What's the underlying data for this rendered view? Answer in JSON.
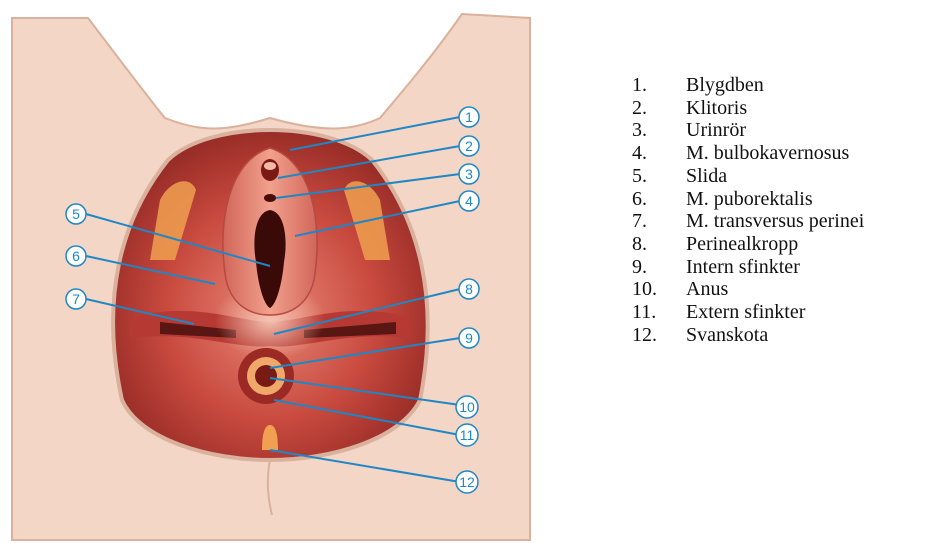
{
  "legend": [
    {
      "number": "1.",
      "label": "Blygdben"
    },
    {
      "number": "2.",
      "label": "Klitoris"
    },
    {
      "number": "3.",
      "label": "Urinrör"
    },
    {
      "number": "4.",
      "label": "M. bulbokavernosus"
    },
    {
      "number": "5.",
      "label": "Slida"
    },
    {
      "number": "6.",
      "label": "M. puborektalis"
    },
    {
      "number": "7.",
      "label": "M. transversus perinei"
    },
    {
      "number": "8.",
      "label": "Perinealkropp"
    },
    {
      "number": "9.",
      "label": "Intern sfinkter"
    },
    {
      "number": "10.",
      "label": "Anus"
    },
    {
      "number": "11.",
      "label": "Extern sfinkter"
    },
    {
      "number": "12.",
      "label": "Svanskota"
    }
  ],
  "callouts": [
    "1",
    "2",
    "3",
    "4",
    "5",
    "6",
    "7",
    "8",
    "9",
    "10",
    "11",
    "12"
  ],
  "colors": {
    "skin": "#f3d6c6",
    "skin_edge": "#d9b19c",
    "muscle_dark": "#a8322d",
    "muscle": "#c94a3f",
    "muscle_light": "#e07866",
    "fat": "#f0a050",
    "callout_blue": "#1f87c5"
  }
}
